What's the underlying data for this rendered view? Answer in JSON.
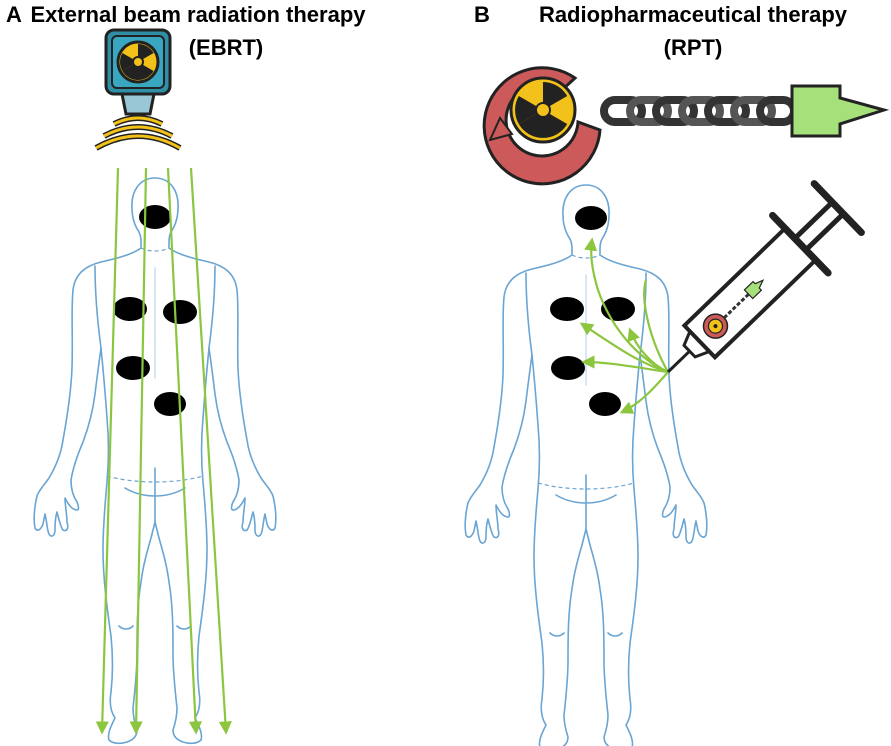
{
  "panels": {
    "a": {
      "letter": "A",
      "title_line1": "External beam radiation therapy",
      "title_line2": "(EBRT)",
      "icon": "radiation-machine-icon"
    },
    "b": {
      "letter": "B",
      "title_line1": "Radiopharmaceutical therapy",
      "title_line2": "(RPT)",
      "icon": "radiopharmaceutical-conjugate-icon",
      "injector_icon": "syringe-icon"
    }
  },
  "colors": {
    "beam_green": "#8cc63f",
    "body_blue": "#6aa5d3",
    "ring_red": "#cc5a5a",
    "radiation_yellow": "#f2c21b",
    "chain_dark": "#333333",
    "targeting_green": "#a6e07a",
    "machine_teal": "#2e8fa6",
    "tumor_black": "#000000"
  }
}
